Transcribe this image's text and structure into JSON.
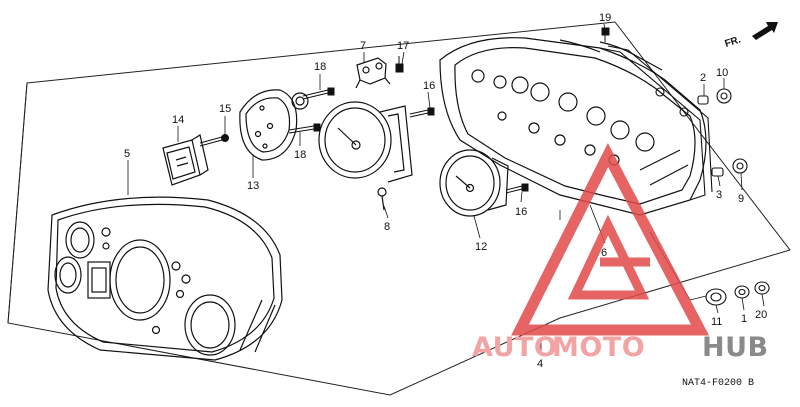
{
  "diagram": {
    "direction_label": "FR.",
    "figure_code": "NAT4-F0200 B",
    "callouts": {
      "c1": "1",
      "c2": "2",
      "c3": "3",
      "c4": "4",
      "c5": "5",
      "c6": "6",
      "c7": "7",
      "c8": "8",
      "c9": "9",
      "c10": "10",
      "c11": "11",
      "c12": "12",
      "c13": "13",
      "c14": "14",
      "c15": "15",
      "c16a": "16",
      "c16b": "16",
      "c17": "17",
      "c18a": "18",
      "c18b": "18",
      "c19": "19",
      "c20": "20"
    }
  },
  "watermark": {
    "part1": "AUTO",
    "part2": "MOTO",
    "part3": "HUB",
    "color_primary": "#f2a3a3",
    "color_secondary": "#8a8a8a",
    "triangle_color": "#e24a4a"
  }
}
